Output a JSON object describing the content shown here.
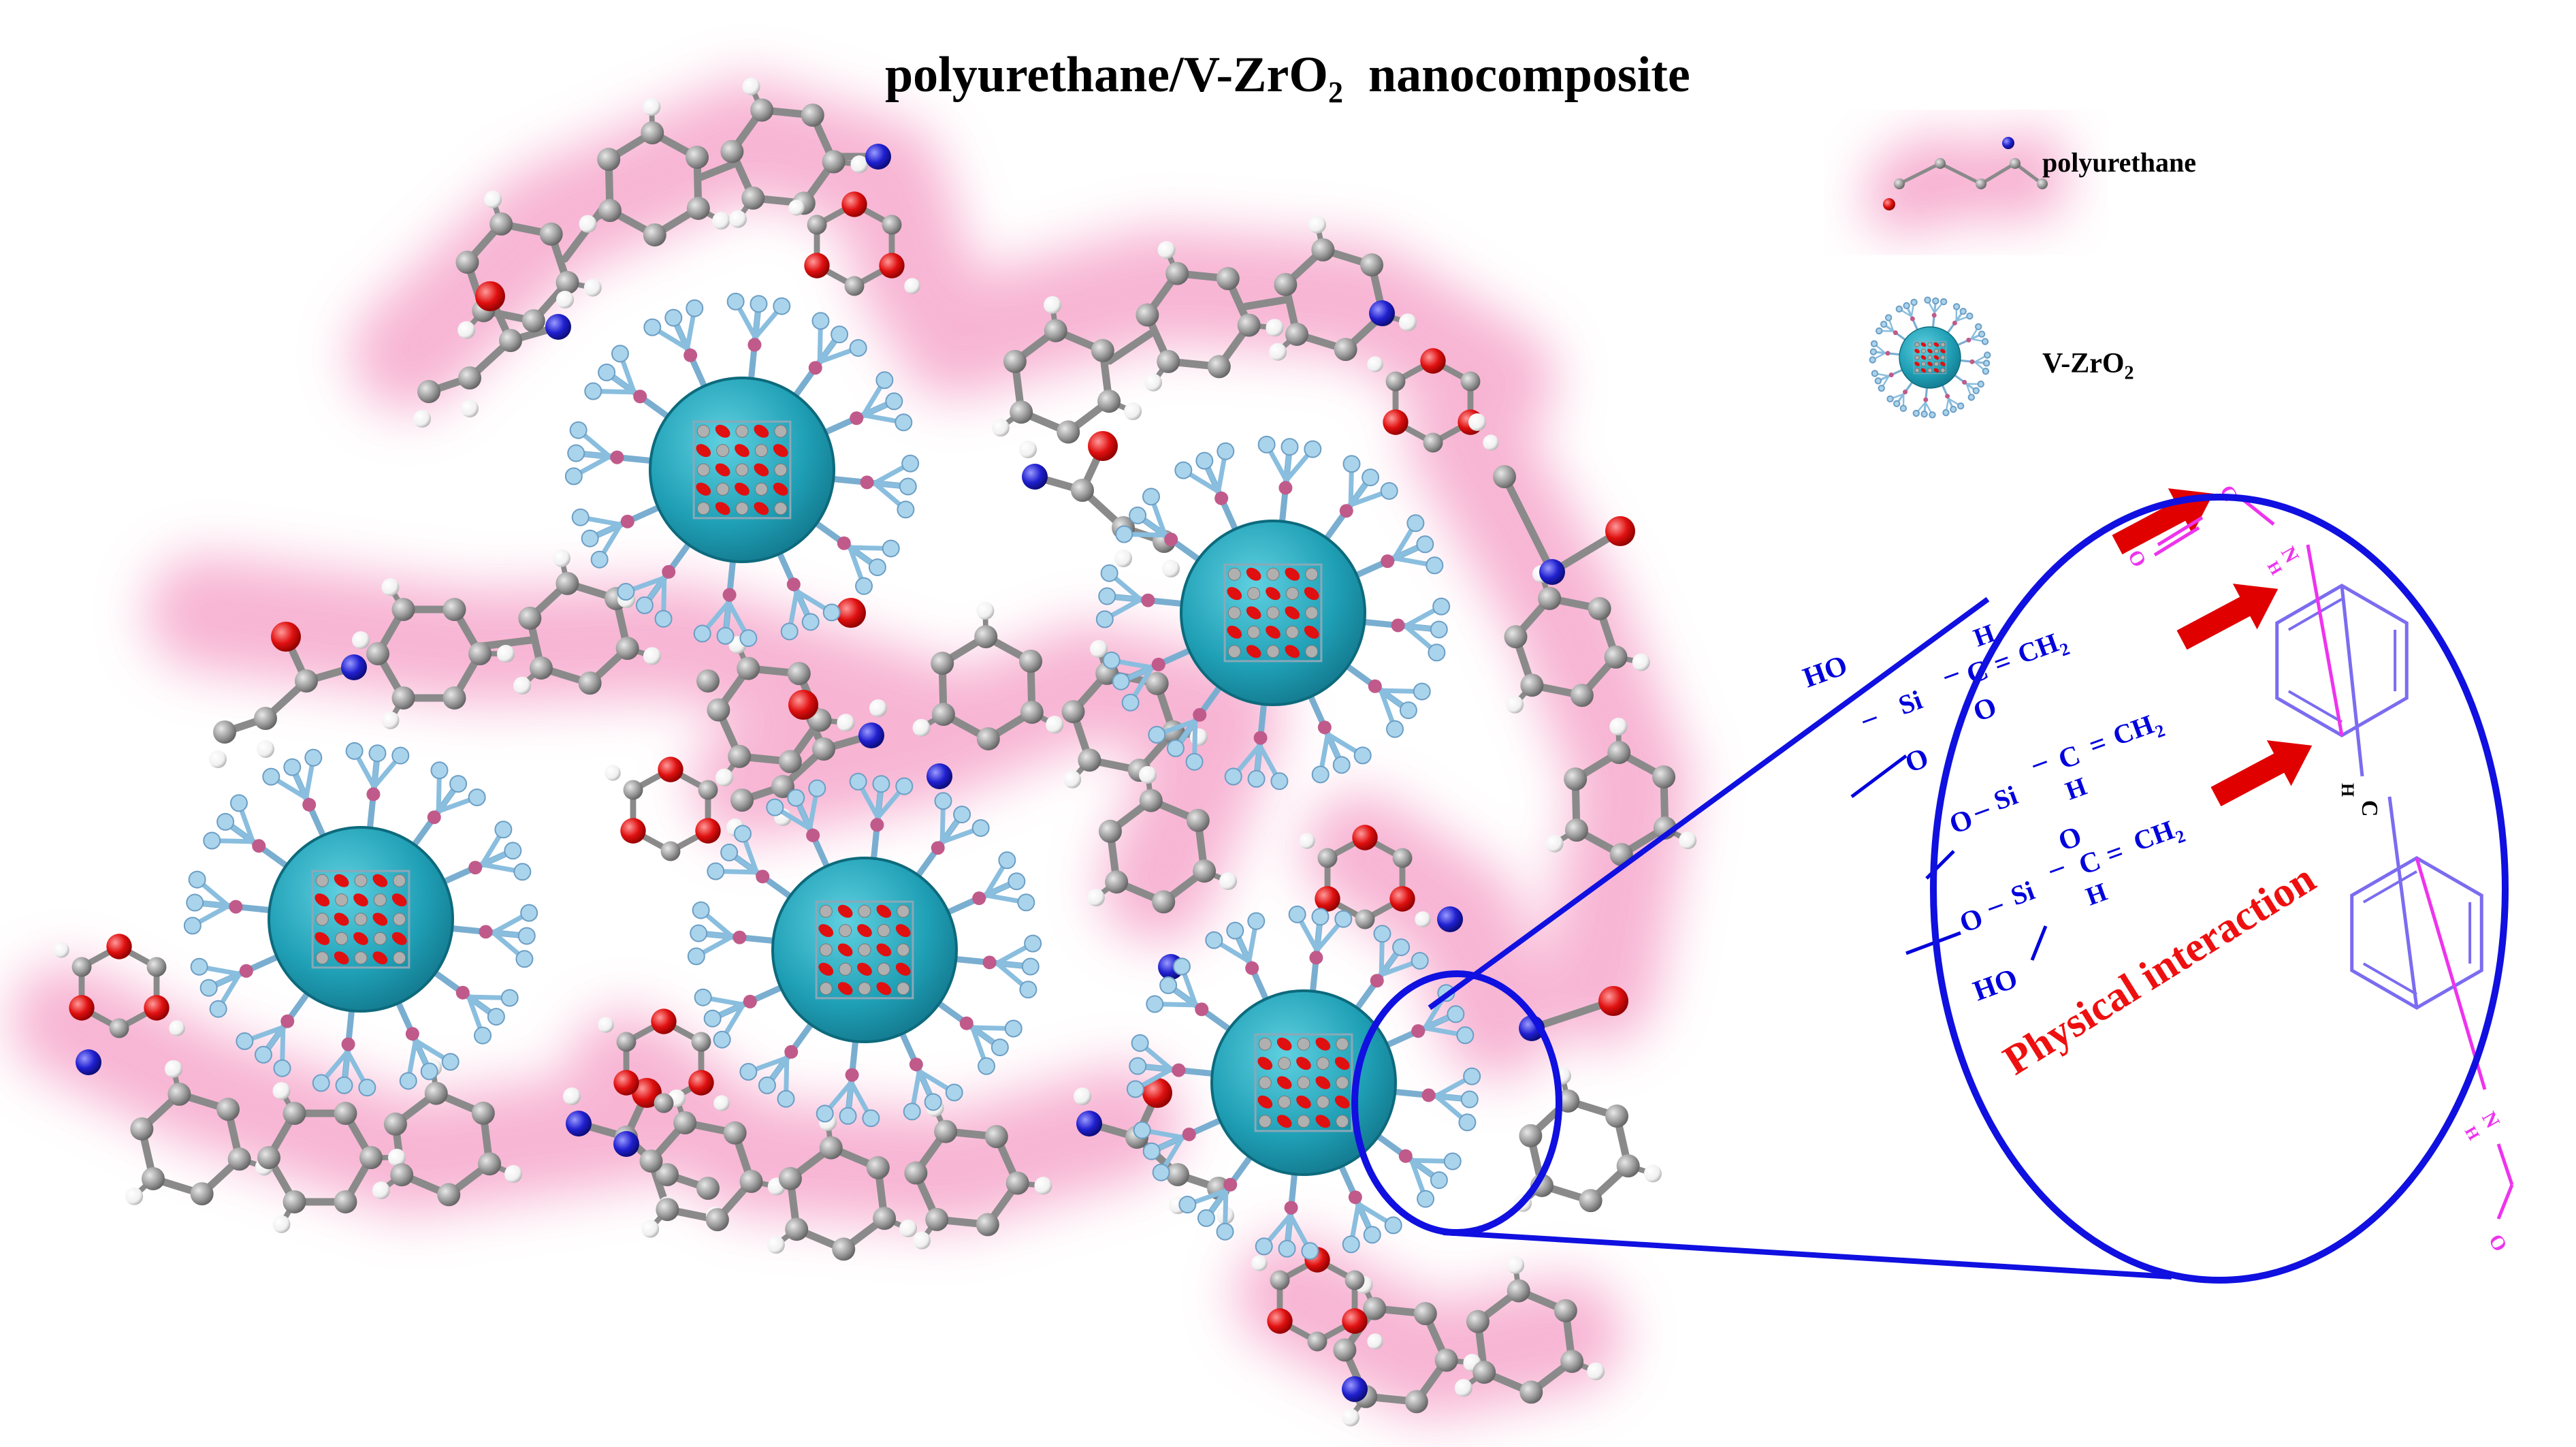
{
  "title": {
    "main": "polyurethane/V-ZrO",
    "sub": "2",
    "rest": "nanocomposite"
  },
  "legend": {
    "polyurethane": "polyurethane",
    "vzro2": "V-ZrO",
    "vzro2_sub": "2"
  },
  "zoom": {
    "interaction_label": "Physical interaction",
    "chem": {
      "ho_top": "HO",
      "ho_bottom": "HO",
      "si": "Si",
      "o": "O",
      "h": "H",
      "c": "C",
      "eq": "=",
      "ch2": "CH",
      "ch2_sub": "2",
      "dash": "–"
    }
  },
  "colors": {
    "halo": "#f6a8cc",
    "carbon": "#9a9a9a",
    "hydrogen": "#ffffff",
    "oxygen": "#e01010",
    "nitrogen": "#2020d0",
    "particle": "#1f9fb5",
    "ligand": "#a9d4ec",
    "zoom_line": "#1010e0",
    "arrow": "#e00000",
    "chem_blue": "#0000dd",
    "ring_purple": "#7b6cf0",
    "carbonyl_magenta": "#ee33ee"
  }
}
